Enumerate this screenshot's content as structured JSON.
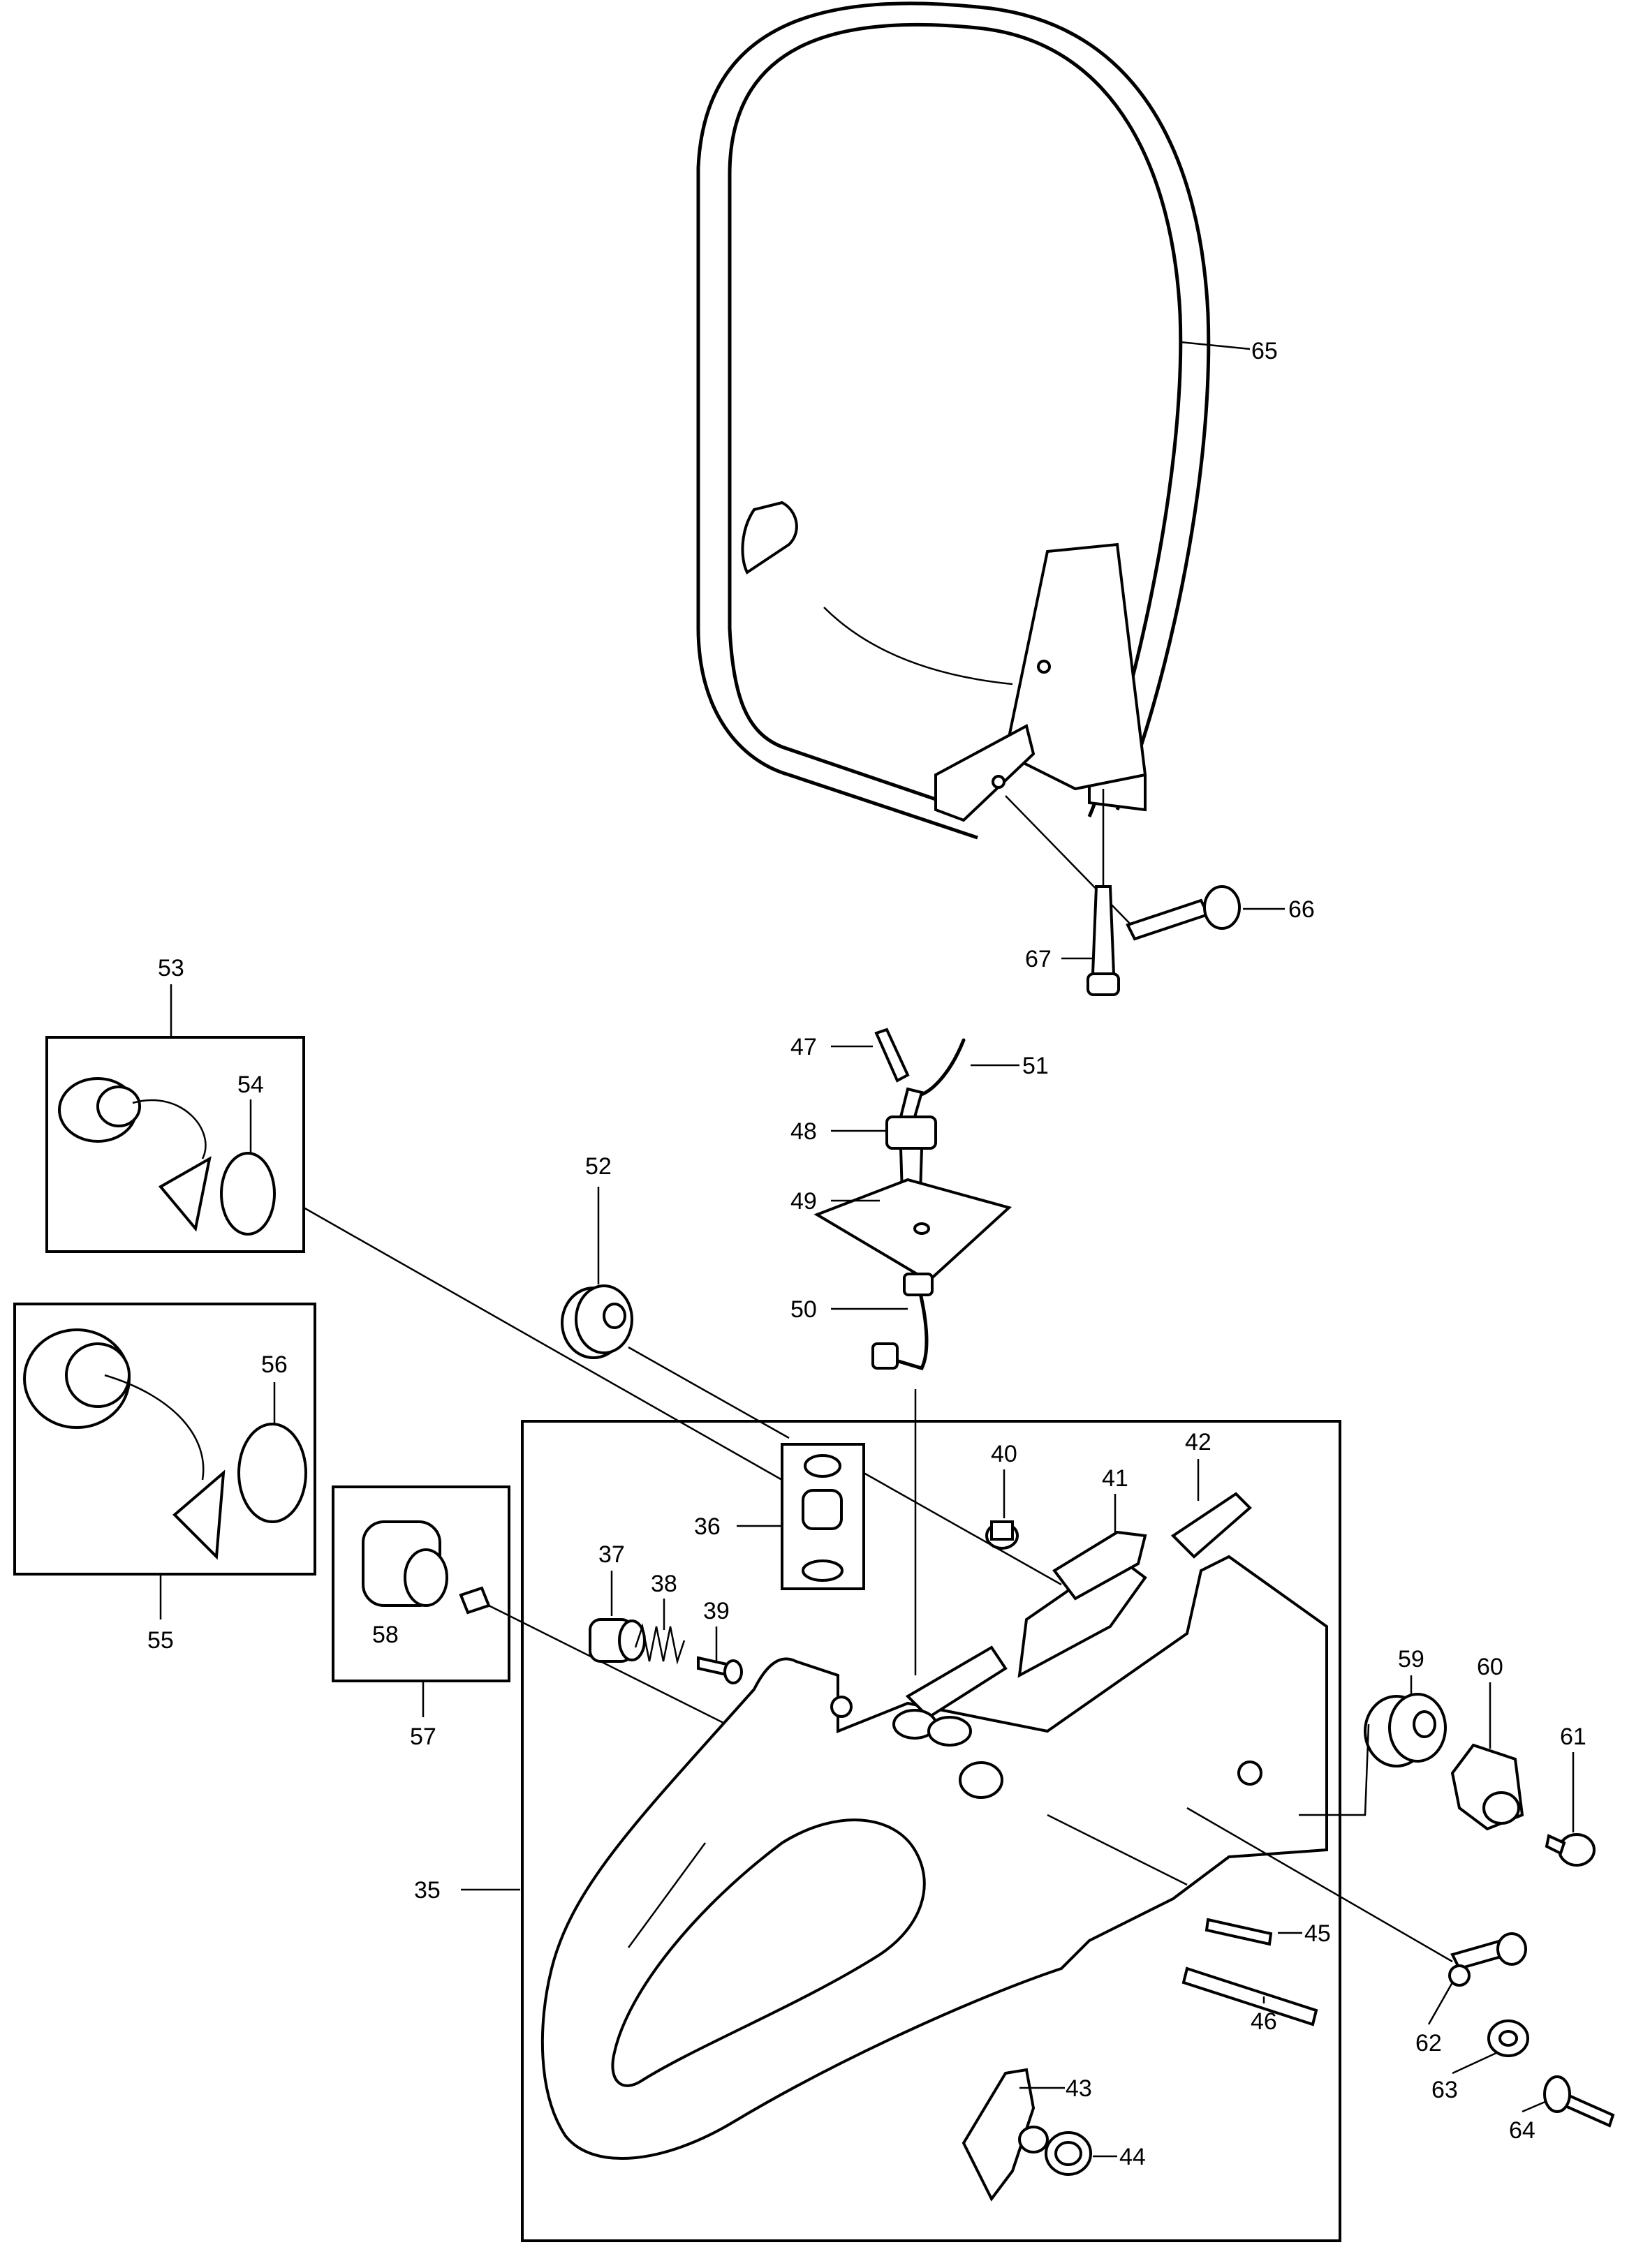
{
  "diagram": {
    "callouts": {
      "n35": "35",
      "n36": "36",
      "n37": "37",
      "n38": "38",
      "n39": "39",
      "n40": "40",
      "n41": "41",
      "n42": "42",
      "n43": "43",
      "n44": "44",
      "n45": "45",
      "n46": "46",
      "n47": "47",
      "n48": "48",
      "n49": "49",
      "n50": "50",
      "n51": "51",
      "n52": "52",
      "n53": "53",
      "n54": "54",
      "n55": "55",
      "n56": "56",
      "n57": "57",
      "n58": "58",
      "n59": "59",
      "n60": "60",
      "n61": "61",
      "n62": "62",
      "n63": "63",
      "n64": "64",
      "n65": "65",
      "n66": "66",
      "n67": "67"
    },
    "line_color": "#000000",
    "background": "#ffffff"
  }
}
